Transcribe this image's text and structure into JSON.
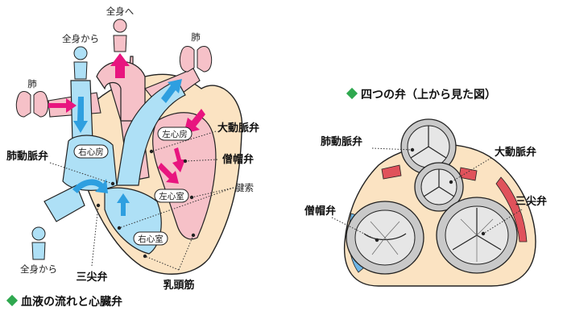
{
  "left_diagram": {
    "title": "血液の流れと心臓弁",
    "labels": {
      "whole_body_to": "全身へ",
      "whole_body_from_top": "全身から",
      "whole_body_from_bottom": "全身から",
      "lung_left": "肺",
      "lung_right": "肺",
      "right_atrium": "右心房",
      "right_ventricle": "右心室",
      "left_atrium": "左心房",
      "left_ventricle": "左心室",
      "aortic_valve": "大動脈弁",
      "mitral_valve": "僧帽弁",
      "pulmonary_valve": "肺動脈弁",
      "chordae": "腱索",
      "tricuspid_valve": "三尖弁",
      "papillary_muscle": "乳頭筋"
    }
  },
  "right_diagram": {
    "title": "四つの弁（上から見た図）",
    "labels": {
      "pulmonary_valve": "肺動脈弁",
      "aortic_valve": "大動脈弁",
      "mitral_valve": "僧帽弁",
      "tricuspid_valve": "三尖弁"
    }
  },
  "colors": {
    "title_diamond": "#2fa84f",
    "venous_blue": "#aee0f6",
    "arterial_pink": "#f6c1c8",
    "muscle_beige": "#fbe3c2",
    "arrow_magenta": "#e8157f",
    "arrow_blue": "#2e9fe0"
  }
}
